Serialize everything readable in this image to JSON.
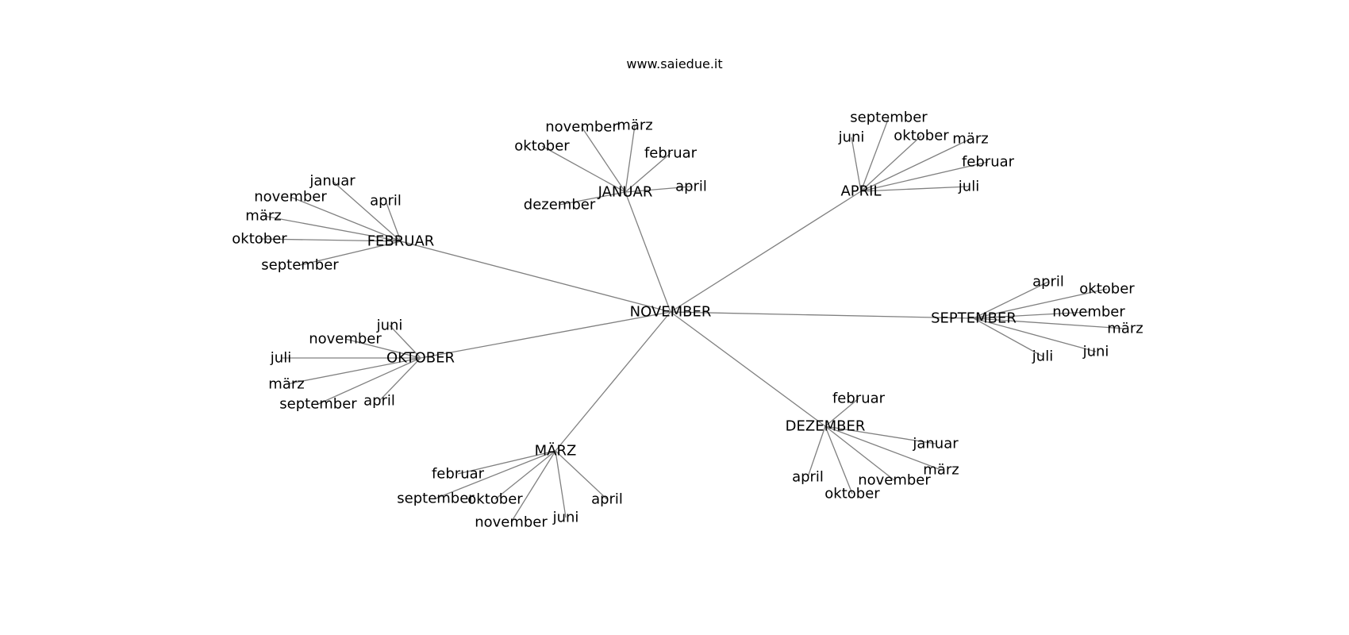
{
  "watermark": "www.saiedue.it",
  "colors": {
    "edge": "#808080",
    "text": "#000000",
    "background": "#ffffff"
  },
  "diagram": {
    "center": {
      "label": "NOVEMBER"
    },
    "hubs": [
      {
        "id": "januar",
        "label": "JANUAR",
        "leaves": [
          "dezember",
          "april",
          "februar",
          "märz",
          "november",
          "oktober"
        ]
      },
      {
        "id": "april",
        "label": "APRIL",
        "leaves": [
          "juli",
          "februar",
          "märz",
          "oktober",
          "september",
          "juni"
        ]
      },
      {
        "id": "februar",
        "label": "FEBRUAR",
        "leaves": [
          "september",
          "oktober",
          "märz",
          "november",
          "januar",
          "april"
        ]
      },
      {
        "id": "oktober",
        "label": "OKTOBER",
        "leaves": [
          "juni",
          "november",
          "juli",
          "märz",
          "september",
          "april"
        ]
      },
      {
        "id": "september",
        "label": "SEPTEMBER",
        "leaves": [
          "april",
          "oktober",
          "november",
          "märz",
          "juni",
          "juli"
        ]
      },
      {
        "id": "maerz",
        "label": "MÄRZ",
        "leaves": [
          "februar",
          "september",
          "oktober",
          "november",
          "juni",
          "april"
        ]
      },
      {
        "id": "dezember",
        "label": "DEZEMBER",
        "leaves": [
          "februar",
          "januar",
          "märz",
          "november",
          "oktober",
          "april"
        ]
      }
    ]
  }
}
